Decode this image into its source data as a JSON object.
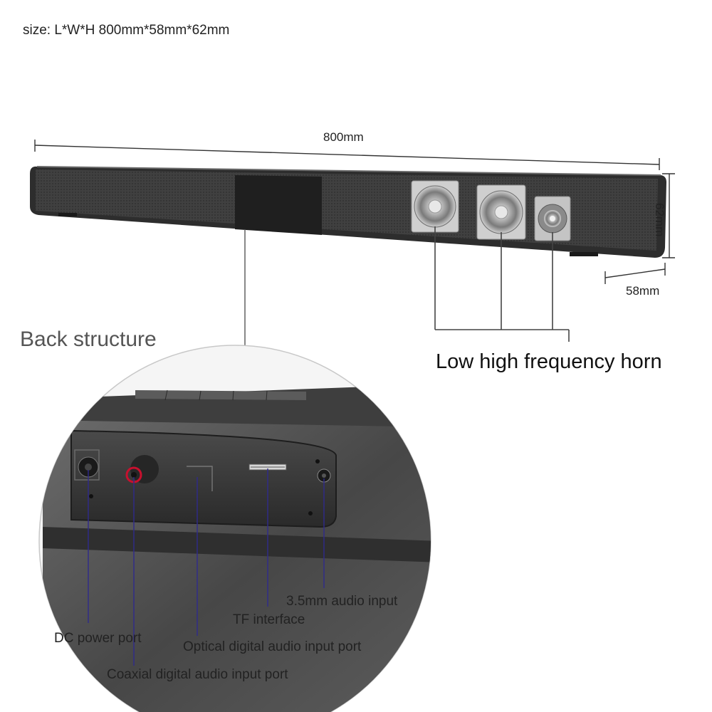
{
  "header": {
    "size_text": "size: L*W*H 800mm*58mm*62mm"
  },
  "dimensions": {
    "length": "800mm",
    "height": "62mm",
    "depth": "58mm"
  },
  "labels": {
    "back_structure": "Back structure",
    "horn": "Low high frequency horn",
    "audio_35": "3.5mm audio input",
    "tf": "TF interface",
    "dc": "DC power port",
    "optical": "Optical digital audio input port",
    "coaxial": "Coaxial digital audio input port"
  },
  "colors": {
    "speaker_body": "#3a3a3a",
    "grille": "#454545",
    "callout_line": "#2f2a8c",
    "coax_ring": "#c8102e"
  }
}
